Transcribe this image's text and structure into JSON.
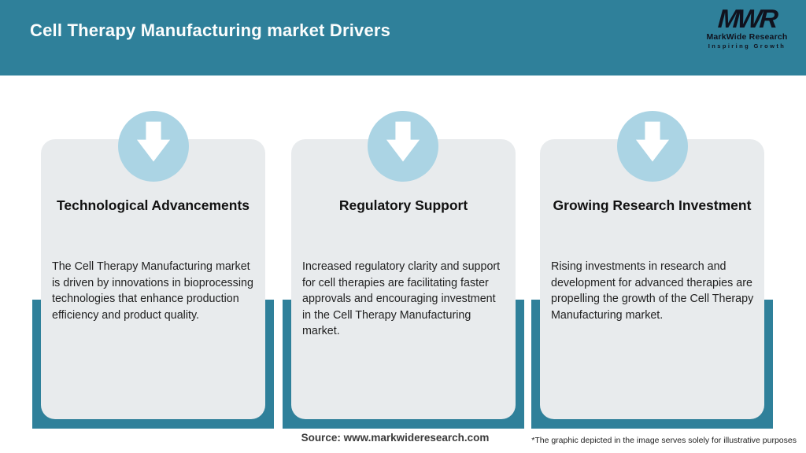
{
  "header": {
    "title": "Cell Therapy Manufacturing market Drivers"
  },
  "logo": {
    "mark": "MWR",
    "name": "MarkWide Research",
    "tagline": "Inspiring Growth"
  },
  "cards": [
    {
      "title": "Technological Advancements",
      "body": "The Cell Therapy Manufacturing market is driven by innovations in bioprocessing technologies that enhance production efficiency and product quality."
    },
    {
      "title": "Regulatory Support",
      "body": "Increased regulatory clarity and support for cell therapies are facilitating faster approvals and encouraging investment in the Cell Therapy Manufacturing market."
    },
    {
      "title": "Growing Research Investment",
      "body": "Rising investments in research and development for advanced therapies are propelling the growth of the Cell Therapy Manufacturing market."
    }
  ],
  "footer": {
    "source": "Source: www.markwideresearch.com",
    "disclaimer": "*The graphic depicted in the image serves solely for illustrative purposes"
  },
  "colors": {
    "header_teal": "#2F809A",
    "band_teal": "#2F809A",
    "card_background": "#E8EBED",
    "circle_blue": "#ABD4E4",
    "title_text": "#FFFFFF",
    "heading_text": "#111111",
    "body_text": "#212121",
    "logo_text": "#10121E"
  },
  "icons": {
    "down_arrow": "⬇"
  }
}
